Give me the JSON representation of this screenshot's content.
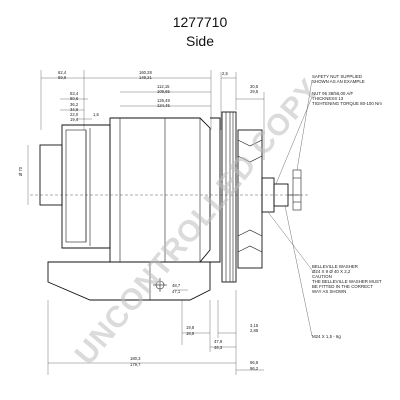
{
  "header": {
    "part_number": "1277710",
    "view": "Side"
  },
  "watermark": "UNCONTROLLED COPY",
  "dims": {
    "top_a": "62,4",
    "top_a2": "59,6",
    "top_b": "160,28",
    "top_b2": "149,21",
    "top_c": "2,5",
    "top_d": "30,5",
    "top_d2": "29,5",
    "d1": "53,4",
    "d1b": "50,6",
    "d2": "112,15",
    "d2b": "109,65",
    "d3": "36,2",
    "d3b": "34,6",
    "d4": "126,49",
    "d4b": "124,45",
    "d5": "22,0",
    "d5b": "19,4",
    "d6": "1,6",
    "dia": "Ø 70",
    "r1": "48,7",
    "r2": "47,1",
    "r3": "19,8",
    "r4": "18,5",
    "r5": "47,9",
    "r6": "46,3",
    "r7": "3,15",
    "r8": "2,85",
    "b1": "180,3",
    "b2": "179,7",
    "b3": "96,8",
    "b4": "96,2"
  },
  "notes": {
    "n1": [
      "SAFETY NUT SUPPLIED",
      "SHOWN AS AN EXAMPLE"
    ],
    "n2": [
      "NUT 95 38/56,00 A/F",
      "THICKNESS 13",
      "TIGHTENING TORQUE 80-100 Nm"
    ],
    "n3": [
      "BELLEVILLE WASHER",
      "Ø24 X 9 Ø 40 X 2,2",
      "CAUTION",
      "THE BELLEVILLE WASHER MUST",
      "BE FITTED IN THE CORRECT",
      "WAY AS SHOWN"
    ],
    "n4": "M24 X 1,5 - 6g"
  }
}
